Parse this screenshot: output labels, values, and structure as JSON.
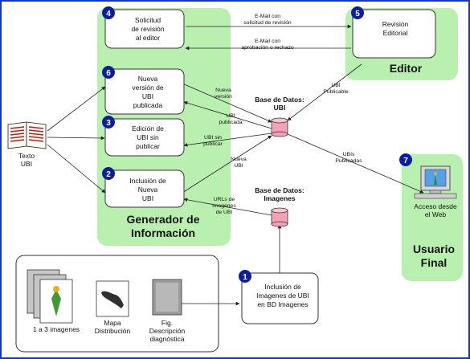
{
  "colors": {
    "green_region": "#b9f0b0",
    "badge": "#0b1e9e",
    "database": "#f2a2b4",
    "frame": "#1535c8"
  },
  "nodes": {
    "solicitud": {
      "badge": "4",
      "lines": [
        "Solicitud",
        "de revisión",
        "al editor"
      ]
    },
    "revision": {
      "badge": "5",
      "lines": [
        "Revisión",
        "Editorial"
      ]
    },
    "nueva_version": {
      "badge": "6",
      "lines": [
        "Nueva",
        "versión de",
        "UBI",
        "publicada"
      ]
    },
    "edicion": {
      "badge": "3",
      "lines": [
        "Edición de",
        "UBI sin",
        "publicar"
      ]
    },
    "inclusion": {
      "badge": "2",
      "lines": [
        "Inclusión de",
        "Nueva",
        "UBI"
      ]
    },
    "inclusion_imagenes": {
      "badge": "1",
      "lines": [
        "Inclusión de",
        "Imagenes de UBI",
        "en BD Imagenes"
      ]
    }
  },
  "regions": {
    "generador": [
      "Generador de",
      "Información"
    ],
    "editor": "Editor",
    "usuario": [
      "Usuario",
      "Final"
    ]
  },
  "databases": {
    "ubi": [
      "Base de Datos:",
      "UBI"
    ],
    "imagenes": [
      "Base de Datos:",
      "Imagenes"
    ]
  },
  "book_label": [
    "Texto",
    "UBI"
  ],
  "computer": {
    "badge": "7",
    "lines": [
      "Acceso desde",
      "el Web"
    ]
  },
  "images_panel": {
    "item1": "1 a 3 imagenes",
    "item2": [
      "Mapa",
      "Distribución"
    ],
    "item3": [
      "Fig.",
      "Descripción",
      "diagnóstica"
    ]
  },
  "edge_labels": {
    "email_solicitud": [
      "E-Mail con",
      "solicitud de revisión"
    ],
    "email_aprobacion": [
      "E-Mail con",
      "aprobación o rechazo"
    ],
    "ubi_publicable": [
      "UBI",
      "Publicable"
    ],
    "nueva_version": [
      "Nueva",
      "versión"
    ],
    "ubi_publicada": [
      "UBI",
      "publicada"
    ],
    "ubi_sin_publicar": [
      "UBI sin",
      "publicar"
    ],
    "nueva_ubi": [
      "Nueva",
      "UBI"
    ],
    "urls_imagenes": [
      "URLs de",
      "imagenes",
      "de UBI"
    ],
    "ubis_publicadas": [
      "UBIs",
      "Publicadas"
    ]
  }
}
